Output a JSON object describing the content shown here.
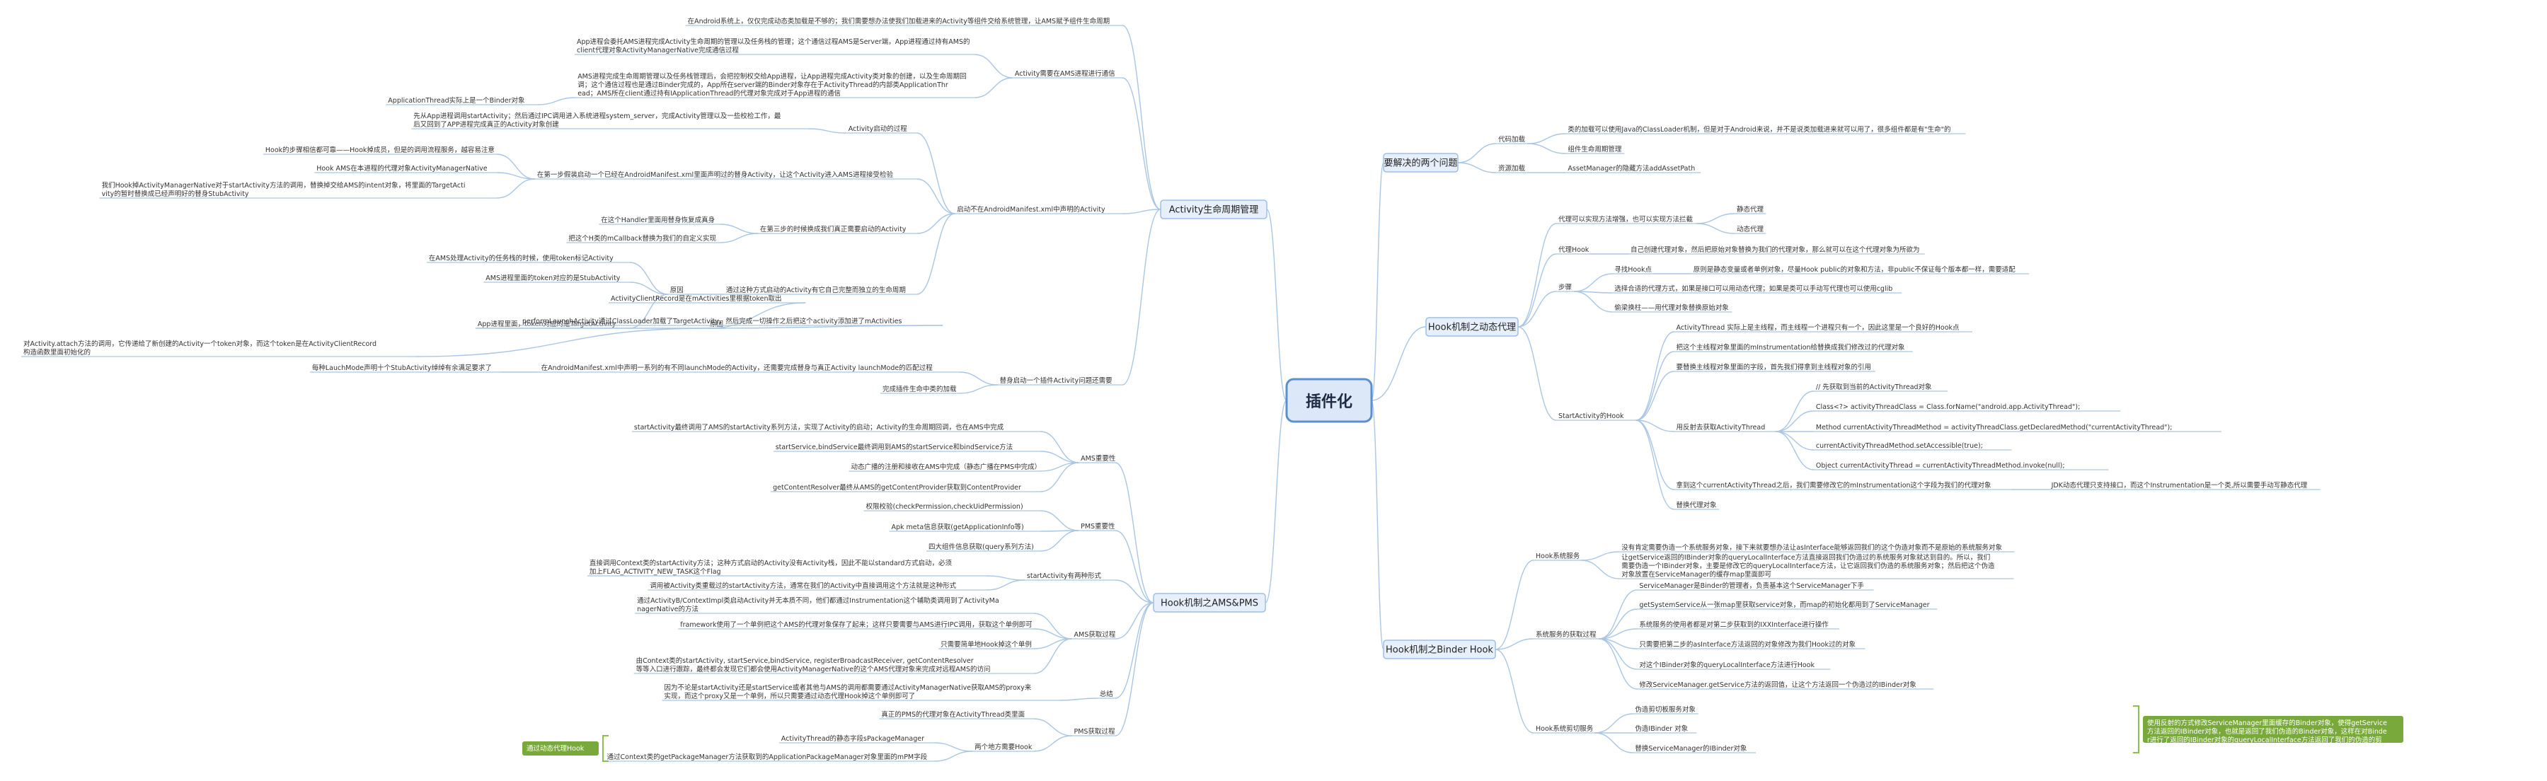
{
  "root": "插件化",
  "branches": [
    {
      "label": "Activity生命周期管理",
      "side": "L",
      "nodes": [
        {
          "id": "b1_0",
          "d": 1,
          "t": "在Android系统上，仅仅完成动态类加载是不够的；我们需要想办法使我们加载进来的Activity等组件交给系统管理，让AMS赋予组件生命周期"
        },
        {
          "id": "b1_1",
          "d": 1,
          "t": "Activity需要在AMS进程进行通信"
        },
        {
          "id": "b1_1a",
          "d": 2,
          "p": "b1_1",
          "t": "App进程会委托AMS进程完成Activity生命周期的管理以及任务栈的管理；这个通信过程AMS是Server端，App进程通过持有AMS的client代理对象ActivityManagerNative完成通信过程"
        },
        {
          "id": "b1_1b",
          "d": 2,
          "p": "b1_1",
          "t": "AMS进程完成生命周期管理以及任务栈管理后，会把控制权交给App进程，让App进程完成Activity类对象的创建，以及生命周期回调；这个通信过程也是通过Binder完成的，App所在server端的Binder对象存在于ActivityThread的内部类ApplicationThread；AMS所在client通过持有IApplicationThread的代理对象完成对于App进程的通信"
        },
        {
          "id": "b1_1c",
          "d": 3,
          "p": "b1_1b",
          "t": "ApplicationThread实际上是一个Binder对象"
        },
        {
          "id": "b1_2",
          "d": 1,
          "t": "启动不在AndroidManifest.xml中声明的Activity"
        },
        {
          "id": "b1_2a",
          "d": 2,
          "p": "b1_2",
          "t": "Activity启动的过程"
        },
        {
          "id": "b1_2a1",
          "d": 3,
          "p": "b1_2a",
          "t": "先从App进程调用startActivity；然后通过IPC调用进入系统进程system_server，完成Activity管理以及一些校检工作，最后又回到了APP进程完成真正的Activity对象创建"
        },
        {
          "id": "b1_2b",
          "d": 2,
          "p": "b1_2",
          "t": "在第一步假装启动一个已经在AndroidManifest.xml里面声明过的替身Activity，让这个Activity进入AMS进程接受检验"
        },
        {
          "id": "b1_2b1",
          "d": 3,
          "p": "b1_2b",
          "t": "Hook的步骤相信都可靠——Hook掉成员，但是的调用流程服务，越容易注意"
        },
        {
          "id": "b1_2b2",
          "d": 3,
          "p": "b1_2b",
          "t": "Hook AMS在本进程的代理对象ActivityManagerNative"
        },
        {
          "id": "b1_2b3",
          "d": 3,
          "p": "b1_2b",
          "t": "我们Hook掉ActivityManagerNative对于startActivity方法的调用，替换掉交给AMS的intent对象，将里面的TargetActivity的暂时替换成已经声明好的替身StubActivity"
        },
        {
          "id": "b1_2c",
          "d": 2,
          "p": "b1_2",
          "t": "在第三步的时候换成我们真正需要启动的Activity"
        },
        {
          "id": "b1_2c1",
          "d": 3,
          "p": "b1_2c",
          "t": "在这个Handler里面用替身恢复成真身"
        },
        {
          "id": "b1_2c2",
          "d": 3,
          "p": "b1_2c",
          "t": "把这个H类的mCallback替换为我们的自定义实现"
        },
        {
          "id": "b1_2d",
          "d": 2,
          "p": "b1_2",
          "t": "通过这种方式启动的Activity有它自己完整而独立的生命周期"
        },
        {
          "id": "b1_2d0",
          "d": 3,
          "p": "b1_2d",
          "t": "原因"
        },
        {
          "id": "b1_2d1",
          "d": 4,
          "p": "b1_2d0",
          "t": "在AMS处理Activity的任务栈的时候，使用token标记Activity"
        },
        {
          "id": "b1_2d2",
          "d": 4,
          "p": "b1_2d0",
          "t": "AMS进程里面的token对应的是StubActivity"
        },
        {
          "id": "b1_2d3",
          "d": 4,
          "p": "b1_2d0",
          "t": "App进程里面，token对应的是TargetActivity"
        },
        {
          "id": "b1_2d4",
          "d": 5,
          "p": "b1_2d3",
          "t": "原因"
        },
        {
          "id": "b1_2d4a",
          "d": 6,
          "p": "b1_2d4",
          "t": "ActivityClientRecord是在mActivities里根据token取出"
        },
        {
          "id": "b1_2d4b",
          "d": 6,
          "p": "b1_2d4",
          "t": "performLaunchActivity通过ClassLoader加载了TargetActivity，然后完成一切操作之后把这个activity添加进了mActivities"
        },
        {
          "id": "b1_2d4c",
          "d": 6,
          "p": "b1_2d4",
          "t": "对Activity.attach方法的调用，它传递给了新创建的Activity一个token对象，而这个token是在ActivityClientRecord构造函数里面初始化的"
        },
        {
          "id": "b1_3",
          "d": 1,
          "t": "替身启动一个插件Activity问题还需要"
        },
        {
          "id": "b1_3a",
          "d": 2,
          "p": "b1_3",
          "t": "在AndroidManifest.xml中声明一系列的有不同launchMode的Activity，还需要完成替身与真正Activity launchMode的匹配过程"
        },
        {
          "id": "b1_3a1",
          "d": 3,
          "p": "b1_3a",
          "t": "每种LauchMode声明十个StubActivity绰绰有余满足要求了"
        },
        {
          "id": "b1_3b",
          "d": 2,
          "p": "b1_3",
          "t": "完成插件生命中类的加载"
        }
      ]
    },
    {
      "label": "Hook机制之AMS&PMS",
      "side": "L",
      "nodes": [
        {
          "id": "b2_0",
          "d": 1,
          "t": "AMS重要性"
        },
        {
          "id": "b2_0a",
          "d": 2,
          "p": "b2_0",
          "t": "startActivity最终调用了AMS的startActivity系列方法，实现了Activity的启动；Activity的生命周期回调，也在AMS中完成"
        },
        {
          "id": "b2_0b",
          "d": 2,
          "p": "b2_0",
          "t": "startService,bindService最终调用到AMS的startService和bindService方法"
        },
        {
          "id": "b2_0c",
          "d": 2,
          "p": "b2_0",
          "t": "动态广播的注册和接收在AMS中完成（静态广播在PMS中完成）"
        },
        {
          "id": "b2_0d",
          "d": 2,
          "p": "b2_0",
          "t": "getContentResolver最终从AMS的getContentProvider获取到ContentProvider"
        },
        {
          "id": "b2_1",
          "d": 1,
          "t": "PMS重要性"
        },
        {
          "id": "b2_1a",
          "d": 2,
          "p": "b2_1",
          "t": "权限校验(checkPermission,checkUidPermission)"
        },
        {
          "id": "b2_1b",
          "d": 2,
          "p": "b2_1",
          "t": "Apk meta信息获取(getApplicationInfo等)"
        },
        {
          "id": "b2_1c",
          "d": 2,
          "p": "b2_1",
          "t": "四大组件信息获取(query系列方法)"
        },
        {
          "id": "b2_2",
          "d": 1,
          "t": "startActivity有两种形式"
        },
        {
          "id": "b2_2a",
          "d": 2,
          "p": "b2_2",
          "t": "直接调用Context类的startActivity方法；这种方式启动的Activity没有Activity栈，因此不能以standard方式启动，必须加上FLAG_ACTIVITY_NEW_TASK这个Flag"
        },
        {
          "id": "b2_2b",
          "d": 2,
          "p": "b2_2",
          "t": "调用被Activity类重载过的startActivity方法，通常在我们的Activity中直接调用这个方法就是这种形式"
        },
        {
          "id": "b2_3",
          "d": 1,
          "t": "AMS获取过程"
        },
        {
          "id": "b2_3a",
          "d": 2,
          "p": "b2_3",
          "t": "通过ActivityB/ContextImpl类启动Activity并无本质不同，他们都通过Instrumentation这个辅助类调用到了ActivityManagerNative的方法"
        },
        {
          "id": "b2_3b",
          "d": 2,
          "p": "b2_3",
          "t": "framework使用了一个单例把这个AMS的代理对象保存了起来；这样只要需要与AMS进行IPC调用，获取这个单例即可"
        },
        {
          "id": "b2_3c",
          "d": 2,
          "p": "b2_3",
          "t": "只需要简单地Hook掉这个单例"
        },
        {
          "id": "b2_3d",
          "d": 2,
          "p": "b2_3",
          "t": "由Context类的startActivity, startService,bindService, registerBroadcastReceiver, getContentResolver 等等入口进行跟踪，最终都会发现它们都会使用ActivityManagerNative的这个AMS代理对象来完成对远程AMS的访问"
        },
        {
          "id": "b2_4",
          "d": 1,
          "t": "总结"
        },
        {
          "id": "b2_4a",
          "d": 2,
          "p": "b2_4",
          "t": "因为不论是startActivity还是startService或者其他与AMS的调用都需要通过ActivityManagerNative获取AMS的proxy来实现，而这个proxy又是一个单例，所以只需要通过动态代理Hook掉这个单例即可了"
        },
        {
          "id": "b2_5",
          "d": 1,
          "t": "PMS获取过程"
        },
        {
          "id": "b2_5a",
          "d": 2,
          "p": "b2_5",
          "t": "真正的PMS的代理对象在ActivityThread类里面"
        },
        {
          "id": "b2_5b",
          "d": 2,
          "p": "b2_5",
          "t": "两个地方需要Hook"
        },
        {
          "id": "b2_5b1",
          "d": 3,
          "p": "b2_5b",
          "t": "ActivityThread的静态字段sPackageManager"
        },
        {
          "id": "b2_5b2",
          "d": 3,
          "p": "b2_5b",
          "t": "通过Context类的getPackageManager方法获取到的ApplicationPackageManager对象里面的mPM字段"
        }
      ]
    },
    {
      "label": "要解决的两个问题",
      "side": "R",
      "nodes": [
        {
          "id": "b3_0",
          "d": 1,
          "t": "代码加载"
        },
        {
          "id": "b3_0a",
          "d": 2,
          "p": "b3_0",
          "t": "类的加载可以使用Java的ClassLoader机制，但是对于Android来说，并不是说类加载进来就可以用了，很多组件都是有\"生命\"的"
        },
        {
          "id": "b3_0b",
          "d": 2,
          "p": "b3_0",
          "t": "组件生命周期管理"
        },
        {
          "id": "b3_1",
          "d": 1,
          "t": "资源加载"
        },
        {
          "id": "b3_1a",
          "d": 2,
          "p": "b3_1",
          "t": "AssetManager的隐藏方法addAssetPath"
        }
      ]
    },
    {
      "label": "Hook机制之动态代理",
      "side": "R",
      "nodes": [
        {
          "id": "b4_0",
          "d": 1,
          "t": "代理可以实现方法增强，也可以实现方法拦截"
        },
        {
          "id": "b4_0a",
          "d": 2,
          "p": "b4_0",
          "t": "静态代理"
        },
        {
          "id": "b4_0b",
          "d": 2,
          "p": "b4_0",
          "t": "动态代理"
        },
        {
          "id": "b4_1",
          "d": 1,
          "t": "代理Hook"
        },
        {
          "id": "b4_1a",
          "d": 2,
          "p": "b4_1",
          "t": "自己创建代理对象，然后把原始对象替换为我们的代理对象，那么就可以在这个代理对象为所欲为"
        },
        {
          "id": "b4_2",
          "d": 1,
          "t": "步骤"
        },
        {
          "id": "b4_2a",
          "d": 2,
          "p": "b4_2",
          "t": "寻找Hook点"
        },
        {
          "id": "b4_2a1",
          "d": 3,
          "p": "b4_2a",
          "t": "原则是静态变量或者单例对象，尽量Hook public的对象和方法，非public不保证每个版本都一样，需要适配"
        },
        {
          "id": "b4_2b",
          "d": 2,
          "p": "b4_2",
          "t": "选择合适的代理方式，如果是接口可以用动态代理；如果是类可以手动写代理也可以使用cglib"
        },
        {
          "id": "b4_2c",
          "d": 2,
          "p": "b4_2",
          "t": "偷梁换柱——用代理对象替换原始对象"
        },
        {
          "id": "b4_3",
          "d": 1,
          "t": "StartActivity的Hook"
        },
        {
          "id": "b4_3a",
          "d": 2,
          "p": "b4_3",
          "t": "ActivityThread 实际上是主线程，而主线程一个进程只有一个，因此这里是一个良好的Hook点"
        },
        {
          "id": "b4_3b",
          "d": 2,
          "p": "b4_3",
          "t": "把这个主线程对象里面的mInstrumentation给替换成我们修改过的代理对象"
        },
        {
          "id": "b4_3c",
          "d": 2,
          "p": "b4_3",
          "t": "要替换主线程对象里面的字段，首先我们得拿到主线程对象的引用"
        },
        {
          "id": "b4_3d",
          "d": 2,
          "p": "b4_3",
          "t": "用反射去获取ActivityThread"
        },
        {
          "id": "b4_3d1",
          "d": 3,
          "p": "b4_3d",
          "t": "// 先获取到当前的ActivityThread对象"
        },
        {
          "id": "b4_3d2",
          "d": 3,
          "p": "b4_3d",
          "t": "Class<?> activityThreadClass = Class.forName(\"android.app.ActivityThread\");"
        },
        {
          "id": "b4_3d3",
          "d": 3,
          "p": "b4_3d",
          "t": "Method currentActivityThreadMethod = activityThreadClass.getDeclaredMethod(\"currentActivityThread\");"
        },
        {
          "id": "b4_3d4",
          "d": 3,
          "p": "b4_3d",
          "t": "currentActivityThreadMethod.setAccessible(true);"
        },
        {
          "id": "b4_3d5",
          "d": 3,
          "p": "b4_3d",
          "t": "Object currentActivityThread = currentActivityThreadMethod.invoke(null);"
        },
        {
          "id": "b4_3e",
          "d": 2,
          "p": "b4_3",
          "t": "拿到这个currentActivityThread之后，我们需要修改它的mInstrumentation这个字段为我们的代理对象"
        },
        {
          "id": "b4_3e1",
          "d": 3,
          "p": "b4_3e",
          "t": "JDK动态代理只支持接口，而这个Instrumentation是一个类,所以需要手动写静态代理"
        },
        {
          "id": "b4_3f",
          "d": 2,
          "p": "b4_3",
          "t": "替换代理对象"
        }
      ]
    },
    {
      "label": "Hook机制之Binder Hook",
      "side": "R",
      "nodes": [
        {
          "id": "b5_0",
          "d": 1,
          "t": "Hook系统服务"
        },
        {
          "id": "b5_0a",
          "d": 2,
          "p": "b5_0",
          "t": "没有肯定需要伪造一个系统服务对象，接下来就要想办法让asInterface能够返回我们的这个伪造对象而不是原始的系统服务对象"
        },
        {
          "id": "b5_0b",
          "d": 2,
          "p": "b5_0",
          "t": "让getService返回的IBinder对象的queryLocalInterface方法直接返回我们伪造过的系统服务对象就达到目的。所以，我们需要伪造一个IBinder对象，主要是修改它的queryLocalInterface方法，让它返回我们伪造的系统服务对象；然后把这个伪造对象放置在ServiceManager的缓存map里面即可"
        },
        {
          "id": "b5_1",
          "d": 1,
          "t": "系统服务的获取过程"
        },
        {
          "id": "b5_1a",
          "d": 2,
          "p": "b5_1",
          "t": "ServiceManager是Binder的管理者，负责基本这个ServiceManager下手"
        },
        {
          "id": "b5_1b",
          "d": 2,
          "p": "b5_1",
          "t": "getSystemService从一张map里获取service对象，而map的初始化都用到了ServiceManager"
        },
        {
          "id": "b5_1c",
          "d": 2,
          "p": "b5_1",
          "t": "系统服务的使用者都是对第二步获取到的IXXInterface进行操作"
        },
        {
          "id": "b5_1d",
          "d": 2,
          "p": "b5_1",
          "t": "只需要把第二步的asInterface方法返回的对象修改为我们Hook过的对象"
        },
        {
          "id": "b5_1e",
          "d": 2,
          "p": "b5_1",
          "t": "对这个IBinder对象的queryLocalInterface方法进行Hook"
        },
        {
          "id": "b5_1f",
          "d": 2,
          "p": "b5_1",
          "t": "修改ServiceManager.getService方法的返回值，让这个方法返回一个伪造过的IBinder对象"
        },
        {
          "id": "b5_2",
          "d": 1,
          "t": "Hook系统剪切服务"
        },
        {
          "id": "b5_2a",
          "d": 2,
          "p": "b5_2",
          "t": "伪造剪切板服务对象"
        },
        {
          "id": "b5_2b",
          "d": 2,
          "p": "b5_2",
          "t": "伪造IBinder 对象"
        },
        {
          "id": "b5_2c",
          "d": 2,
          "p": "b5_2",
          "t": "替换ServiceManager的IBinder对象"
        }
      ]
    }
  ],
  "callouts": [
    {
      "id": "co_bc",
      "t": "通过动态代理Hook"
    },
    {
      "id": "co_clip",
      "t": "使用反射的方式修改ServiceManager里面缓存的Binder对象，使得getService方法返回的IBinder对象，也就是返回了我们伪造的Binder对象，这样在对Binder进行了返回的IBinder对象的queryLocalInterface方法返回了我们的伪造的剪切板服务对象"
    }
  ],
  "colors": {
    "root_fill": "#dce8f7",
    "root_stroke": "#5b8fd0",
    "l1_fill": "#e7f0fa",
    "l1_stroke": "#9ebfe5",
    "line": "#a9c6e4",
    "text": "#333333",
    "callout_fill": "#79a93a",
    "callout_text": "#ffffff"
  }
}
